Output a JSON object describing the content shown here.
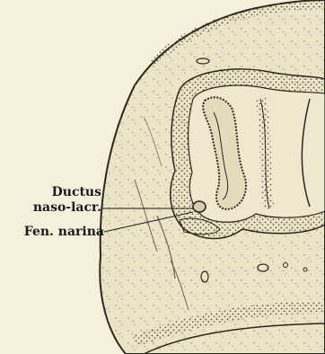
{
  "labels": {
    "ductus_line1": "Ductus",
    "ductus_line2": "naso-lacr.",
    "fen_narina": "Fen. narina"
  },
  "colors": {
    "paper": "#f5f0dc",
    "ink": "#1a1a1a",
    "tissue": "#ece4c6",
    "stipple": "#8a8270"
  }
}
